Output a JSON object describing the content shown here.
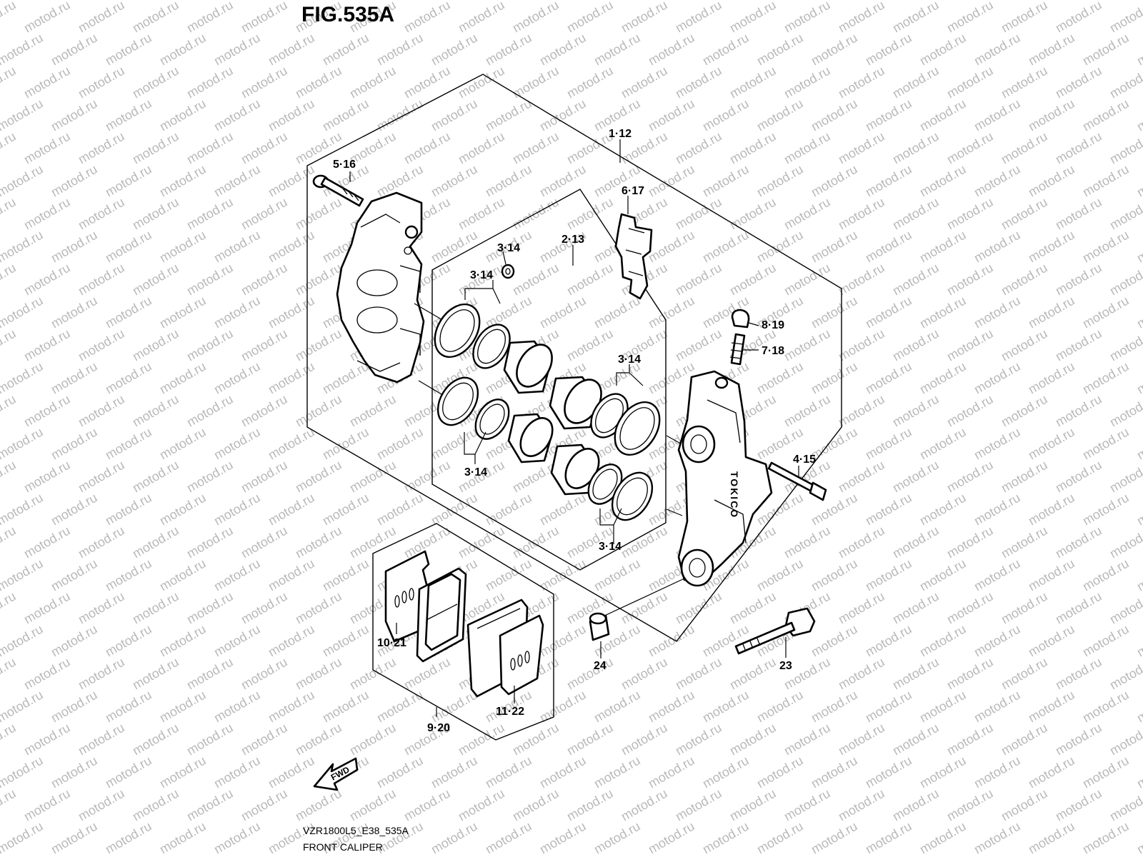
{
  "figure": {
    "title": "FIG.535A",
    "code": "VZR1800L5_E38_535A",
    "name": "FRONT CALIPER"
  },
  "watermark": "motod.ru",
  "fwd_label": "FWD",
  "caliper_brand": "TOKICO",
  "callouts": {
    "c1": "1·12",
    "c2": "2·13",
    "c3a": "3·14",
    "c3b": "3·14",
    "c3c": "3·14",
    "c3d": "3·14",
    "c3e": "3·14",
    "c4": "4·15",
    "c5": "5·16",
    "c6": "6·17",
    "c7": "7·18",
    "c8": "8·19",
    "c9": "9·20",
    "c10": "10·21",
    "c11": "11·22",
    "c23": "23",
    "c24": "24"
  }
}
